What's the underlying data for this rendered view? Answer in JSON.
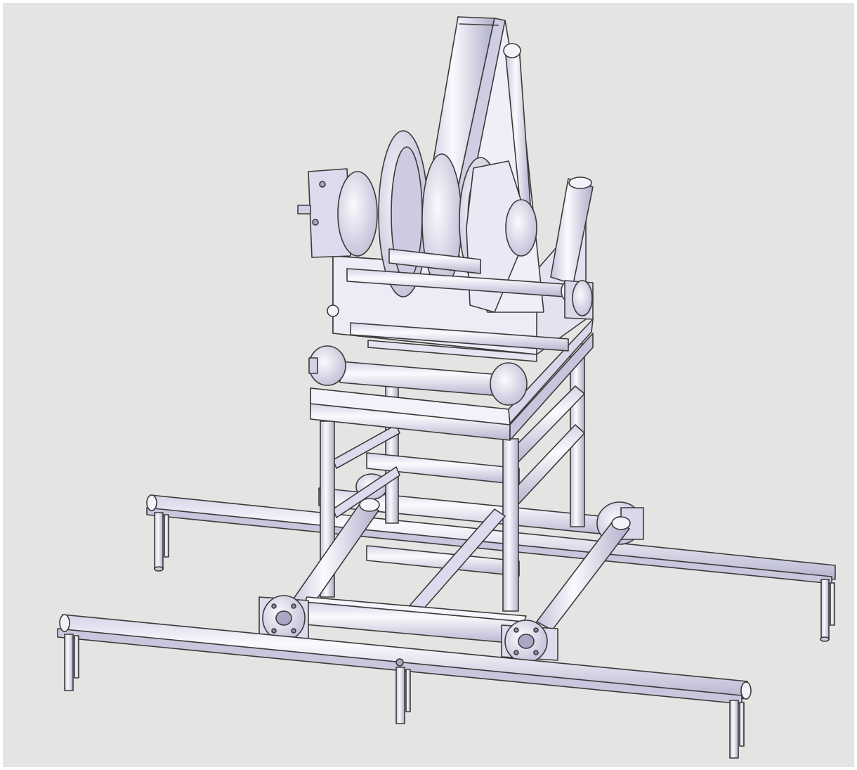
{
  "colors": {
    "viewport_background": "#e4e4e2",
    "metal_face": "#e6e5f3",
    "metal_light": "#f6f6fc",
    "metal_mid": "#cfcde2",
    "metal_dark": "#a9a7c4",
    "outline": "#3a3a3a"
  },
  "model": {
    "kind": "cad-assembly-isometric",
    "parts": [
      "winch-drum-assembly",
      "tower-frame",
      "rope-guide-rollers",
      "pneumatic-cylinder",
      "lever-arm",
      "base-frame",
      "wheel-hubs",
      "outrigger-rails",
      "support-legs"
    ]
  }
}
